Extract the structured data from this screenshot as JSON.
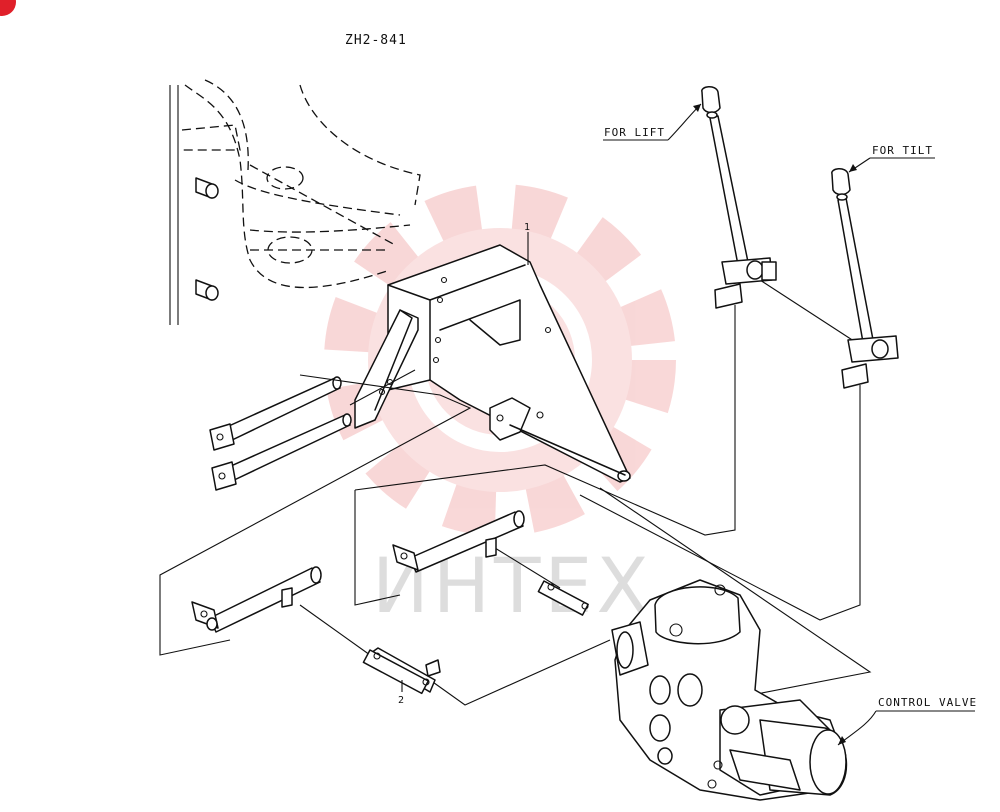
{
  "diagram": {
    "drawing_code": "ZH2-841",
    "labels": {
      "for_lift": "FOR LIFT",
      "for_tilt": "FOR TILT",
      "control_valve": "CONTROL VALVE"
    },
    "callouts": {
      "part_1": "1",
      "part_2": "2"
    },
    "watermark_text": "ИНТЕХ",
    "colors": {
      "line": "#111111",
      "watermark_gear": "#f6c9c9",
      "corner_mark": "#e0202a"
    }
  }
}
